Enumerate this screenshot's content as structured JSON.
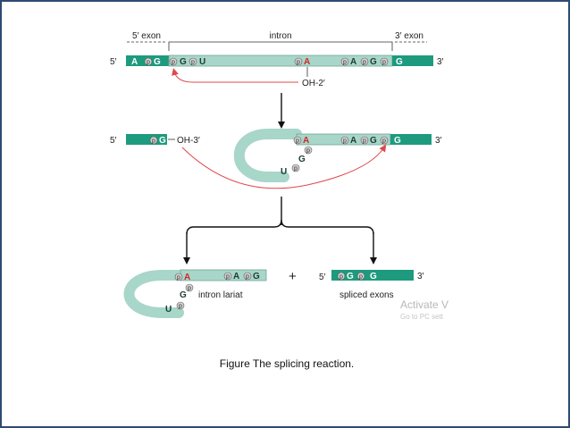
{
  "colors": {
    "exon": "#1e9a7e",
    "intron": "#a8d6c8",
    "arrow_red": "#e0484b",
    "frame": "#2e4a72"
  },
  "top": {
    "exon5_label": "5′ exon",
    "intron_label": "intron",
    "exon3_label": "3′ exon",
    "end5": "5′",
    "end3": "3′",
    "exon5_a": "A",
    "exon5_g": "G",
    "intron_g": "G",
    "intron_u": "U",
    "branch_a": "A",
    "intron_a": "A",
    "intron_g3": "G",
    "exon3_g": "G",
    "oh2": "OH-2′",
    "p": "p"
  },
  "middle": {
    "end5": "5′",
    "exon5_g": "G",
    "oh3": "OH-3′",
    "branch_a": "A",
    "loop_g": "G",
    "loop_u": "U",
    "intron_a": "A",
    "intron_g3": "G",
    "exon3_g": "G",
    "end3": "3′"
  },
  "bottom_left": {
    "branch_a": "A",
    "a2": "A",
    "g2": "G",
    "loop_g": "G",
    "loop_u": "U",
    "lariat_label": "intron lariat"
  },
  "plus": "+",
  "bottom_right": {
    "end5": "5′",
    "g1": "G",
    "g2": "G",
    "end3": "3′",
    "label": "spliced exons"
  },
  "watermark": {
    "line1": "Activate V",
    "line2": "Go to PC sett"
  },
  "caption": "Figure The splicing reaction."
}
